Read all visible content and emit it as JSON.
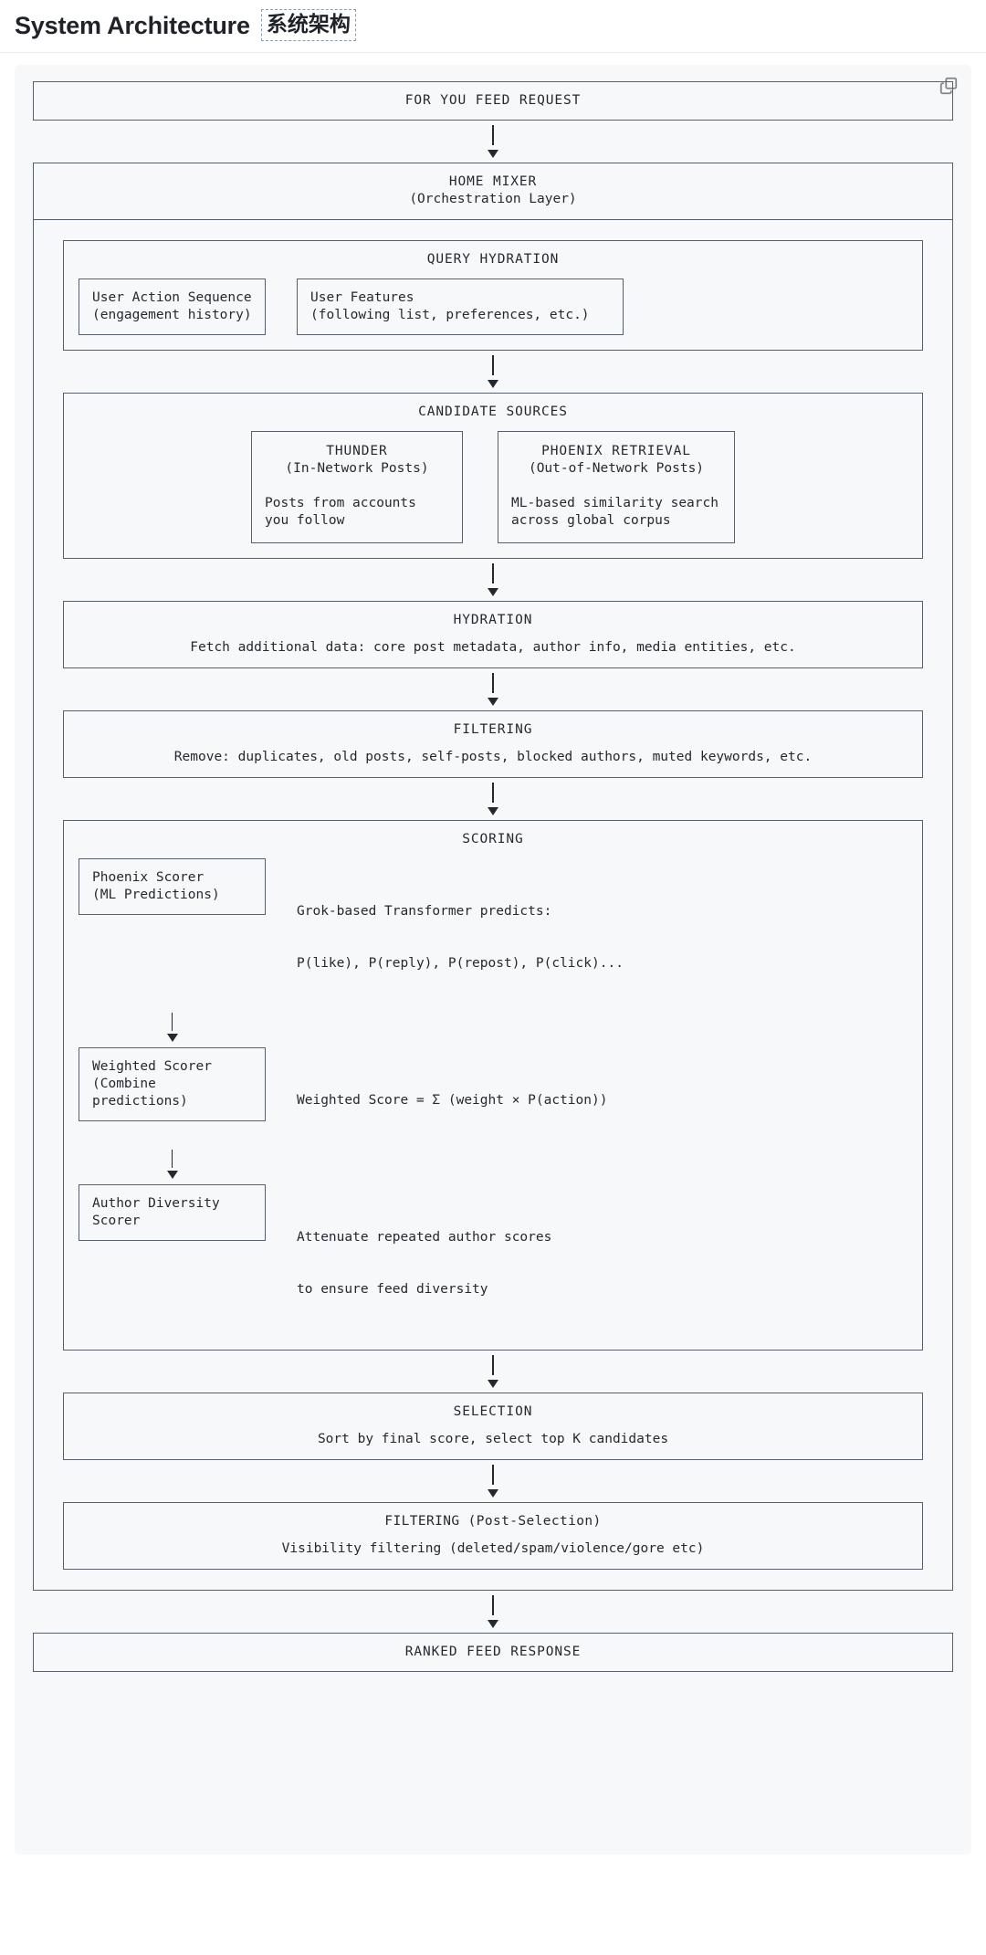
{
  "header": {
    "title": "System Architecture",
    "annotation": "系统架构"
  },
  "codeblock": {
    "copy_icon": "copy-icon"
  },
  "diagram": {
    "entry": {
      "label": "FOR YOU FEED REQUEST"
    },
    "mixer": {
      "title": "HOME MIXER",
      "subtitle": "(Orchestration Layer)"
    },
    "query_hydration": {
      "title": "QUERY HYDRATION",
      "boxes": [
        {
          "line1": "User Action Sequence",
          "line2": "(engagement history)"
        },
        {
          "line1": "User Features",
          "line2": "(following list, preferences, etc.)"
        }
      ]
    },
    "candidate_sources": {
      "title": "CANDIDATE SOURCES",
      "boxes": [
        {
          "name": "THUNDER",
          "subtitle": "(In-Network Posts)",
          "desc1": "Posts from accounts",
          "desc2": "you follow"
        },
        {
          "name": "PHOENIX RETRIEVAL",
          "subtitle": "(Out-of-Network Posts)",
          "desc1": "ML-based similarity search",
          "desc2": "across global corpus"
        }
      ]
    },
    "hydration": {
      "title": "HYDRATION",
      "desc": "Fetch additional data: core post metadata, author info, media entities, etc."
    },
    "filtering": {
      "title": "FILTERING",
      "desc": "Remove: duplicates, old posts, self-posts, blocked authors, muted keywords, etc."
    },
    "scoring": {
      "title": "SCORING",
      "stages": [
        {
          "box_line1": "Phoenix Scorer",
          "box_line2": "(ML Predictions)",
          "desc_line1": "Grok-based Transformer predicts:",
          "desc_line2": "P(like), P(reply), P(repost), P(click)..."
        },
        {
          "box_line1": "Weighted Scorer",
          "box_line2": "(Combine predictions)",
          "desc_line1": "Weighted Score = Σ (weight × P(action))",
          "desc_line2": ""
        },
        {
          "box_line1": "Author Diversity",
          "box_line2": "Scorer",
          "desc_line1": "Attenuate repeated author scores",
          "desc_line2": "to ensure feed diversity"
        }
      ]
    },
    "selection": {
      "title": "SELECTION",
      "desc": "Sort by final score, select top K candidates"
    },
    "filtering_post": {
      "title": "FILTERING (Post-Selection)",
      "desc": "Visibility filtering (deleted/spam/violence/gore etc)"
    },
    "exit": {
      "label": "RANKED FEED RESPONSE"
    }
  },
  "colors": {
    "border": "#57606a",
    "text": "#24292f",
    "codeblock_bg": "#f6f8fa",
    "title": "#1f2328",
    "annotation_border": "#8a9bb0"
  }
}
